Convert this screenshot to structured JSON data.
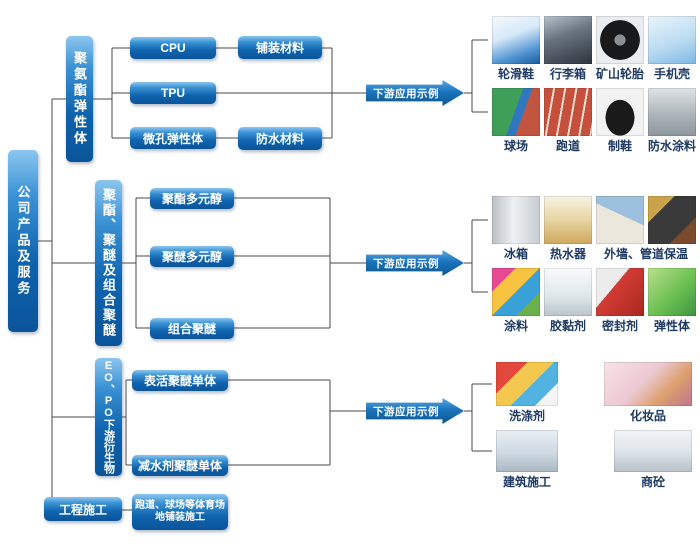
{
  "root_label": "公司产品及服务",
  "categories": [
    "聚氨酯弹性体",
    "聚酯、聚醚及组合聚醚",
    "EO、PO下游衍生物",
    "工程施工"
  ],
  "products": {
    "cpu": "CPU",
    "tpu": "TPU",
    "microcellular": "微孔弹性体",
    "paving": "铺装材料",
    "waterproof": "防水材料",
    "polyester_polyol": "聚酯多元醇",
    "polyether_polyol": "聚醚多元醇",
    "combined_polyether": "组合聚醚",
    "surfactant_polyether_monomer": "表活聚醚单体",
    "water_reducer_polyether_monomer": "减水剂聚醚单体",
    "sports_paving_construction": "跑道、球场等体育场地铺装施工"
  },
  "arrow_label": "下游应用示例",
  "colors": {
    "box_blue_top": "#8cc6ef",
    "box_blue_bottom": "#0b549a",
    "caption_navy": "#1f3a63"
  },
  "groups": [
    {
      "rows": [
        {
          "images": [
            {
              "bg": "background:linear-gradient(160deg,#f5fafe 0%,#d7e9f8 40%,#4f93d2 75%,#1d5a9e 100%)"
            },
            {
              "bg": "background:linear-gradient(160deg,#b9c2cb 0%,#6a7581 40%,#2b323a 100%)"
            },
            {
              "bg": "background:radial-gradient(circle at 50% 50%,#8a8f94 0%,#8a8f94 16%,#17191b 17%,#17191b 58%,#e9edf0 59%)"
            },
            {
              "bg": "background:linear-gradient(160deg,#eaf5fc 0%,#bcdcf2 55%,#7db8e4 100%)"
            }
          ],
          "captions": [
            "轮滑鞋",
            "行李箱",
            "矿山轮胎",
            "手机壳"
          ]
        },
        {
          "images": [
            {
              "bg": "background:linear-gradient(110deg,#3f9e57 0%,#3f9e57 48%,#2f78c0 48%,#2f78c0 62%,#c2553f 62%)"
            },
            {
              "bg": "background:repeating-linear-gradient(100deg,#c7503c 0px,#c7503c 9px,#e8ddd0 9px,#e8ddd0 11px)"
            },
            {
              "bg": "background:radial-gradient(ellipse at 50% 62%,#1a1a1a 0%,#1a1a1a 42%,#f2f2f2 43%)"
            },
            {
              "bg": "background:linear-gradient(180deg,#dfe3e6 0%,#aeb6bb 55%,#8d969c 100%)"
            }
          ],
          "captions": [
            "球场",
            "跑道",
            "制鞋",
            "防水涂料"
          ]
        }
      ]
    },
    {
      "rows": [
        {
          "images": [
            {
              "bg": "background:linear-gradient(90deg,#b9bfc5 0%,#eef1f3 45%,#c6ccd1 100%)"
            },
            {
              "bg": "background:linear-gradient(180deg,#f7f2e6 0%,#ead9a8 45%,#cfa95f 100%)"
            },
            {
              "bg": "background:linear-gradient(205deg,#9cc0dd 0%,#9cc0dd 42%,#ece7dc 42%)"
            },
            {
              "bg": "background:linear-gradient(135deg,#caa24a 0%,#caa24a 28%,#3a3a3a 28%,#3a3a3a 72%,#7a4a2a 72%)"
            }
          ],
          "captions": [
            "冰箱",
            "热水器",
            "外墙、管道保温"
          ]
        },
        {
          "images": [
            {
              "bg": "background:linear-gradient(135deg,#e84a92 0%,#e84a92 25%,#f6c33e 25%,#f6c33e 50%,#3aa0d8 50%,#3aa0d8 75%,#6cb04e 75%)"
            },
            {
              "bg": "background:linear-gradient(180deg,#fafbfc 0%,#dfe6ea 60%,#b9c4cb 100%)"
            },
            {
              "bg": "background:linear-gradient(130deg,#ececec 0%,#ececec 38%,#d23c34 38%,#a82820 100%)"
            },
            {
              "bg": "background:linear-gradient(135deg,#b9e08a 0%,#6cc052 55%,#3c9440 100%)"
            }
          ],
          "captions": [
            "涂料",
            "胶黏剂",
            "密封剂",
            "弹性体"
          ]
        }
      ]
    },
    {
      "rows": [
        {
          "images": [
            {
              "bg": "background:linear-gradient(135deg,#e2493c 0%,#e2493c 30%,#f4c84e 30%,#f4c84e 55%,#52b2e0 55%,#52b2e0 78%,#f4f4f4 78%)"
            },
            {
              "bg": "background:linear-gradient(135deg,#f6e3e6 0%,#ecc9d2 45%,#dca06e 70%,#c0748e 100%)"
            }
          ],
          "captions": [
            "洗涤剂",
            "化妆品"
          ]
        },
        {
          "images": [
            {
              "bg": "background:linear-gradient(180deg,#e8eef4 0%,#cfd9e2 55%,#a9b6c0 100%)"
            },
            {
              "bg": "background:linear-gradient(180deg,#f0f3f6 0%,#dfe5ea 50%,#b9c2ca 100%)"
            }
          ],
          "captions": [
            "建筑施工",
            "商砼"
          ]
        }
      ]
    }
  ]
}
